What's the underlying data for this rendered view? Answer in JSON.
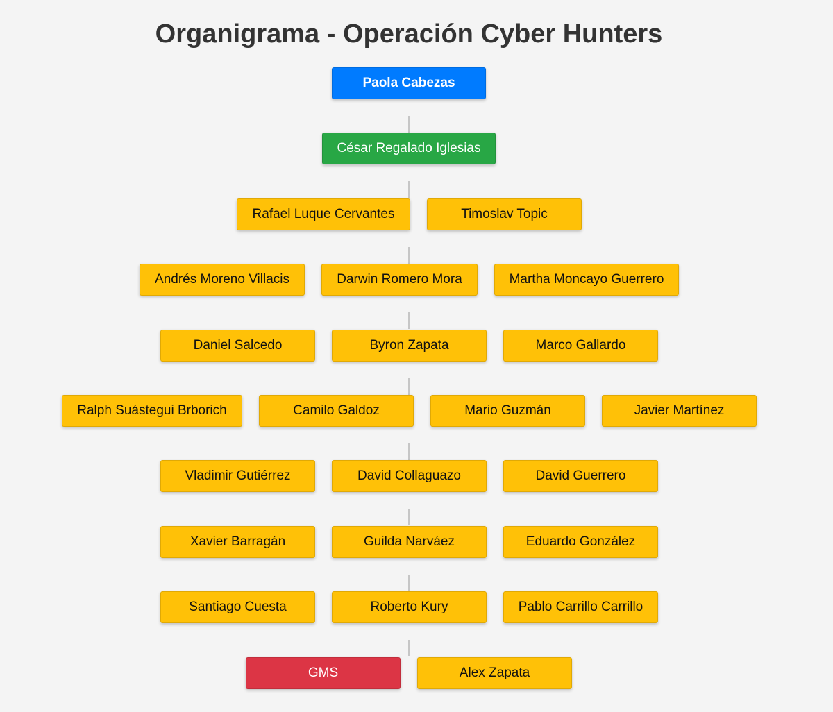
{
  "title": "Organigrama - Operación Cyber Hunters",
  "colors": {
    "blue": "#007bff",
    "green": "#28a745",
    "yellow": "#ffc107",
    "red": "#dc3545",
    "background": "#f4f4f4",
    "connector": "#c6c6c6"
  },
  "levels": [
    {
      "nodes": [
        {
          "label": "Paola Cabezas",
          "color": "blue"
        }
      ]
    },
    {
      "nodes": [
        {
          "label": "César Regalado Iglesias",
          "color": "green"
        }
      ]
    },
    {
      "nodes": [
        {
          "label": "Rafael Luque Cervantes",
          "color": "yellow"
        },
        {
          "label": "Timoslav Topic",
          "color": "yellow"
        }
      ]
    },
    {
      "nodes": [
        {
          "label": "Andrés Moreno Villacis",
          "color": "yellow"
        },
        {
          "label": "Darwin Romero Mora",
          "color": "yellow"
        },
        {
          "label": "Martha Moncayo Guerrero",
          "color": "yellow"
        }
      ]
    },
    {
      "nodes": [
        {
          "label": "Daniel Salcedo",
          "color": "yellow"
        },
        {
          "label": "Byron Zapata",
          "color": "yellow"
        },
        {
          "label": "Marco Gallardo",
          "color": "yellow"
        }
      ]
    },
    {
      "nodes": [
        {
          "label": "Ralph Suástegui Brborich",
          "color": "yellow"
        },
        {
          "label": "Camilo Galdoz",
          "color": "yellow"
        },
        {
          "label": "Mario Guzmán",
          "color": "yellow"
        },
        {
          "label": "Javier Martínez",
          "color": "yellow"
        }
      ]
    },
    {
      "nodes": [
        {
          "label": "Vladimir Gutiérrez",
          "color": "yellow"
        },
        {
          "label": "David Collaguazo",
          "color": "yellow"
        },
        {
          "label": "David Guerrero",
          "color": "yellow"
        }
      ]
    },
    {
      "nodes": [
        {
          "label": "Xavier Barragán",
          "color": "yellow"
        },
        {
          "label": "Guilda Narváez",
          "color": "yellow"
        },
        {
          "label": "Eduardo González",
          "color": "yellow"
        }
      ]
    },
    {
      "nodes": [
        {
          "label": "Santiago Cuesta",
          "color": "yellow"
        },
        {
          "label": "Roberto Kury",
          "color": "yellow"
        },
        {
          "label": "Pablo Carrillo Carrillo",
          "color": "yellow"
        }
      ]
    },
    {
      "nodes": [
        {
          "label": "GMS",
          "color": "red"
        },
        {
          "label": "Alex Zapata",
          "color": "yellow"
        }
      ]
    }
  ]
}
